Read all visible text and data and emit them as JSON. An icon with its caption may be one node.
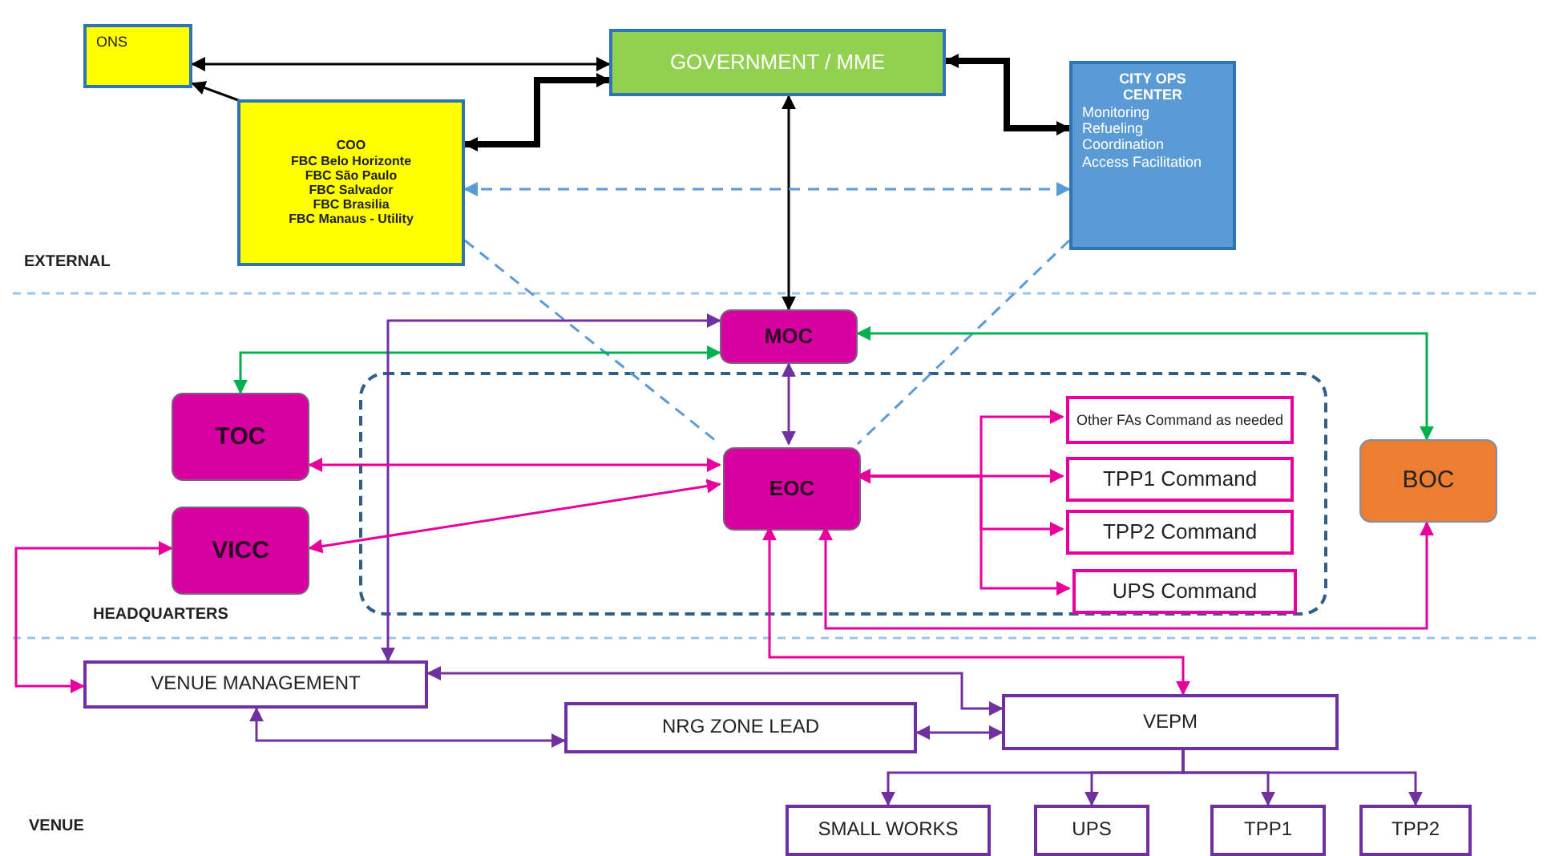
{
  "diagram": {
    "nodes": [
      {
        "text": [
          "ONS"
        ]
      },
      {
        "text": [
          "GOVERNMENT / MME"
        ]
      },
      {
        "text": [
          "COO",
          "FBC Belo Horizonte",
          "FBC São Paulo",
          "FBC Salvador",
          "FBC Brasilia",
          "FBC Manaus - Utility"
        ]
      },
      {
        "text": [
          "CITY OPS CENTER",
          "Monitoring",
          "Refueling",
          "Coordination",
          "Access Facilitation"
        ]
      },
      {
        "text": [
          "MOC"
        ]
      },
      {
        "text": [],
        "shape": "box"
      },
      {
        "text": [
          "TOC"
        ]
      },
      {
        "text": [
          "EOC"
        ],
        "in": 5
      },
      {
        "text": [
          "Other FAs Command as needed"
        ],
        "in": 5
      },
      {
        "text": [
          "BOC"
        ]
      },
      {
        "text": [
          "VICC"
        ]
      },
      {
        "text": [
          "TPP1 Command"
        ],
        "in": 5
      },
      {
        "text": [
          "TPP2 Command"
        ],
        "in": 5
      },
      {
        "text": [
          "UPS Command"
        ],
        "in": 5
      },
      {
        "text": [
          "VENUE MANAGEMENT"
        ]
      },
      {
        "text": [
          "NRG ZONE LEAD"
        ]
      },
      {
        "text": [
          "VEPM"
        ]
      },
      {
        "text": [
          "SMALL WORKS"
        ]
      },
      {
        "text": [
          "UPS"
        ]
      },
      {
        "text": [
          "TPP1"
        ]
      },
      {
        "text": [
          "TPP2"
        ]
      }
    ],
    "edges": [
      {
        "from": 1,
        "to": 0,
        "arrow": "both",
        "color": "#000000"
      },
      {
        "from": 2,
        "to": 0,
        "arrow": "to",
        "color": "#000000"
      },
      {
        "from": 1,
        "to": 2,
        "arrow": "both",
        "style": "thick",
        "color": "#000000"
      },
      {
        "from": 1,
        "to": 3,
        "arrow": "both",
        "style": "thick",
        "color": "#000000"
      },
      {
        "from": 1,
        "to": 4,
        "arrow": "both",
        "color": "#000000"
      },
      {
        "from": 3,
        "to": 2,
        "arrow": "both",
        "style": "dashed",
        "color": "#5b9bd5"
      },
      {
        "from": 2,
        "to": 7,
        "arrow": "none",
        "style": "dashed",
        "color": "#5b9bd5"
      },
      {
        "from": 3,
        "to": 7,
        "arrow": "none",
        "style": "dashed",
        "color": "#5b9bd5"
      },
      {
        "from": 4,
        "to": 6,
        "arrow": "both",
        "color": "#00b050"
      },
      {
        "from": 4,
        "to": 9,
        "arrow": "both",
        "color": "#00b050"
      },
      {
        "from": 4,
        "to": 7,
        "arrow": "both",
        "color": "#7030a0"
      },
      {
        "from": 14,
        "to": 4,
        "arrow": "both",
        "color": "#7030a0"
      },
      {
        "from": 7,
        "to": 6,
        "arrow": "both",
        "color": "#e6009c"
      },
      {
        "from": 7,
        "to": 10,
        "arrow": "both",
        "color": "#e6009c"
      },
      {
        "from": 7,
        "to": 8,
        "arrow": "both",
        "color": "#e6009c"
      },
      {
        "from": 7,
        "to": 11,
        "arrow": "both",
        "color": "#e6009c"
      },
      {
        "from": 7,
        "to": 12,
        "arrow": "both",
        "color": "#e6009c"
      },
      {
        "from": 7,
        "to": 13,
        "arrow": "both",
        "color": "#e6009c"
      },
      {
        "from": 7,
        "to": 9,
        "arrow": "both",
        "color": "#e6009c"
      },
      {
        "from": 7,
        "to": 16,
        "arrow": "both",
        "color": "#e6009c"
      },
      {
        "from": 14,
        "to": 10,
        "arrow": "both",
        "color": "#e6009c"
      },
      {
        "from": 14,
        "to": 16,
        "arrow": "both",
        "color": "#7030a0"
      },
      {
        "from": 14,
        "to": 15,
        "arrow": "both",
        "color": "#7030a0"
      },
      {
        "from": 15,
        "to": 16,
        "arrow": "both",
        "color": "#7030a0"
      },
      {
        "from": 16,
        "to": 17,
        "arrow": "to",
        "color": "#7030a0"
      },
      {
        "from": 16,
        "to": 18,
        "arrow": "to",
        "color": "#7030a0"
      },
      {
        "from": 16,
        "to": 19,
        "arrow": "to",
        "color": "#7030a0"
      },
      {
        "from": 16,
        "to": 20,
        "arrow": "to",
        "color": "#7030a0"
      }
    ],
    "labels": [
      "EXTERNAL",
      "HEADQUARTERS",
      "VENUE"
    ]
  }
}
